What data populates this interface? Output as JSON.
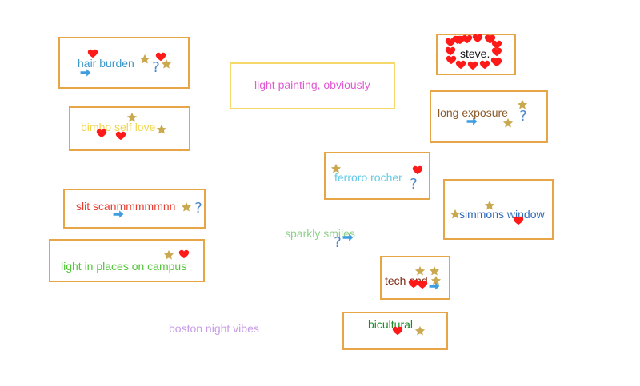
{
  "board": {
    "colors": {
      "card_border": "#e8a548",
      "heart": "#ff1a1a",
      "star": "#c9a84f",
      "arrow": "#3d9de0",
      "question": "#4a86c8"
    },
    "cards": [
      {
        "id": "hair-burden",
        "label": "hair burden",
        "color": "#3d97c7",
        "boxed": true,
        "icons": [
          "heart",
          "star",
          "heart",
          "question",
          "star",
          "arrow"
        ]
      },
      {
        "id": "light-painting",
        "label": "light painting, obviously",
        "color": "#e25ad3",
        "boxed": true,
        "icons": []
      },
      {
        "id": "steve",
        "label": "steve.",
        "color": "#111111",
        "boxed": true,
        "icons": [
          "heart",
          "heart",
          "heart",
          "heart",
          "heart",
          "heart",
          "heart",
          "heart",
          "heart",
          "heart",
          "heart",
          "heart",
          "heart",
          "heart",
          "heart",
          "heart"
        ]
      },
      {
        "id": "bimbo-self-love",
        "label": "bimbo self love",
        "color": "#f2d54a",
        "boxed": true,
        "icons": [
          "star",
          "heart",
          "heart",
          "star"
        ]
      },
      {
        "id": "long-exposure",
        "label": "long exposure",
        "color": "#8a5a2a",
        "boxed": true,
        "icons": [
          "star",
          "question",
          "arrow",
          "star"
        ]
      },
      {
        "id": "ferroro-rocher",
        "label": "ferroro rocher",
        "color": "#63c9e6",
        "boxed": true,
        "icons": [
          "star",
          "heart",
          "question"
        ]
      },
      {
        "id": "slit-scan",
        "label": "slit scanmmmmmnn",
        "color": "#e53d2e",
        "boxed": true,
        "icons": [
          "arrow",
          "star",
          "question"
        ]
      },
      {
        "id": "simmons-window",
        "label": "simmons window",
        "color": "#2f6ab8",
        "boxed": true,
        "icons": [
          "star",
          "star",
          "heart"
        ]
      },
      {
        "id": "sparkly-smiles",
        "label": "sparkly smiles",
        "color": "#8fd18b",
        "boxed": false,
        "icons": [
          "question",
          "arrow"
        ]
      },
      {
        "id": "light-in-places",
        "label": "light in places on campus",
        "color": "#53c53a",
        "boxed": true,
        "icons": [
          "star",
          "heart"
        ]
      },
      {
        "id": "tech-and",
        "label": "tech and",
        "color": "#7a2a14",
        "boxed": true,
        "icons": [
          "star",
          "star",
          "heart",
          "heart",
          "star",
          "arrow"
        ]
      },
      {
        "id": "boston-night-vibes",
        "label": "boston night vibes",
        "color": "#c79be6",
        "boxed": false,
        "icons": []
      },
      {
        "id": "bicultural",
        "label": "bicultural",
        "color": "#1f8a2a",
        "boxed": true,
        "icons": [
          "heart",
          "star"
        ]
      }
    ]
  }
}
